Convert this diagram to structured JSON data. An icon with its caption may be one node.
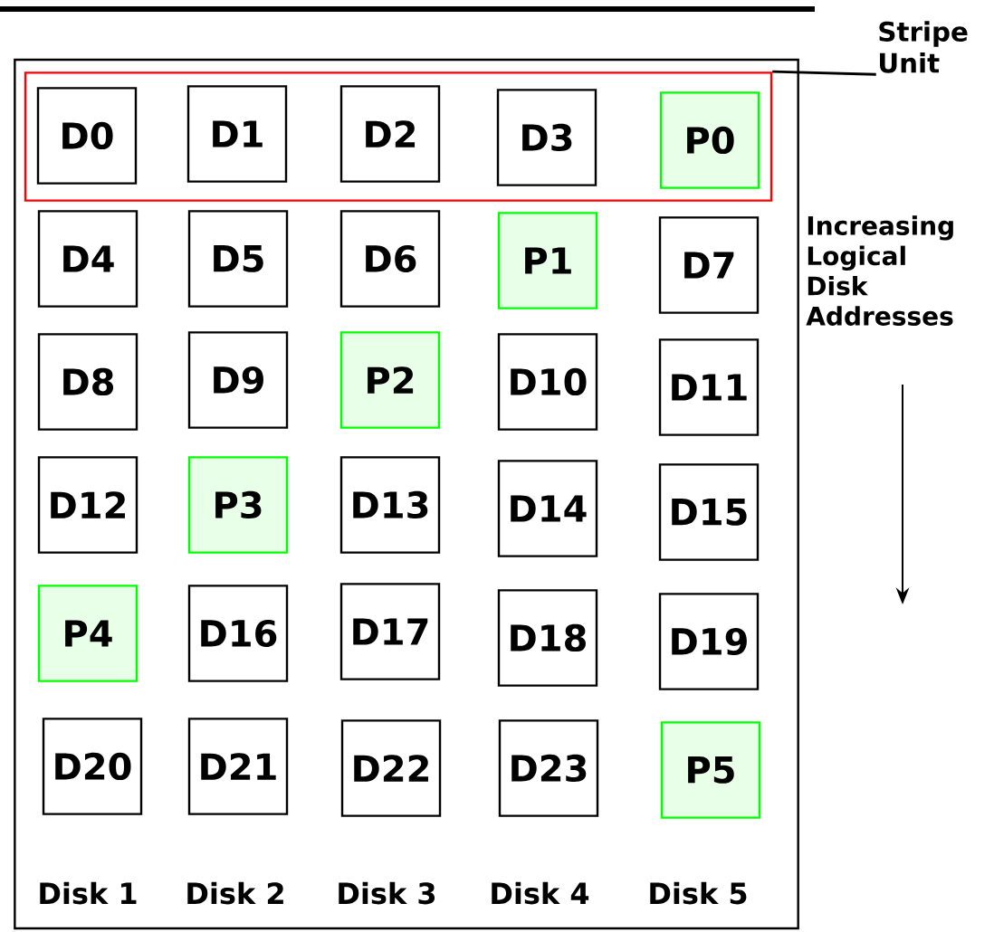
{
  "diagram": {
    "nodes": [
      {
        "text": [],
        "shape": "box"
      },
      {
        "text": [],
        "shape": "box",
        "in": 0
      },
      {
        "text": [
          "D0"
        ],
        "in": 1
      },
      {
        "text": [
          "D1"
        ],
        "in": 1
      },
      {
        "text": [
          "D2"
        ],
        "in": 1
      },
      {
        "text": [
          "D3"
        ],
        "in": 1
      },
      {
        "text": [
          "P0"
        ],
        "in": 1
      },
      {
        "text": [
          "D4"
        ],
        "in": 0
      },
      {
        "text": [
          "D5"
        ],
        "in": 0
      },
      {
        "text": [
          "D6"
        ],
        "in": 0
      },
      {
        "text": [
          "P1"
        ],
        "in": 0
      },
      {
        "text": [
          "D7"
        ],
        "in": 0
      },
      {
        "text": [
          "D8"
        ],
        "in": 0
      },
      {
        "text": [
          "D9"
        ],
        "in": 0
      },
      {
        "text": [
          "P2"
        ],
        "in": 0
      },
      {
        "text": [
          "D10"
        ],
        "in": 0
      },
      {
        "text": [
          "D11"
        ],
        "in": 0
      },
      {
        "text": [
          "D12"
        ],
        "in": 0
      },
      {
        "text": [
          "P3"
        ],
        "in": 0
      },
      {
        "text": [
          "D13"
        ],
        "in": 0
      },
      {
        "text": [
          "D14"
        ],
        "in": 0
      },
      {
        "text": [
          "D15"
        ],
        "in": 0
      },
      {
        "text": [
          "P4"
        ],
        "in": 0
      },
      {
        "text": [
          "D16"
        ],
        "in": 0
      },
      {
        "text": [
          "D17"
        ],
        "in": 0
      },
      {
        "text": [
          "D18"
        ],
        "in": 0
      },
      {
        "text": [
          "D19"
        ],
        "in": 0
      },
      {
        "text": [
          "D20"
        ],
        "in": 0
      },
      {
        "text": [
          "D21"
        ],
        "in": 0
      },
      {
        "text": [
          "D22"
        ],
        "in": 0
      },
      {
        "text": [
          "D23"
        ],
        "in": 0
      },
      {
        "text": [
          "P5"
        ],
        "in": 0
      },
      {
        "text": [
          "Stripe Unit"
        ]
      }
    ],
    "edges": [
      {
        "from": 32,
        "to": 1,
        "arrow": "none"
      }
    ],
    "labels": [
      "Increasing Logical Disk Addresses",
      "Disk 1",
      "Disk 2",
      "Disk 3",
      "Disk 4",
      "Disk 5"
    ]
  }
}
